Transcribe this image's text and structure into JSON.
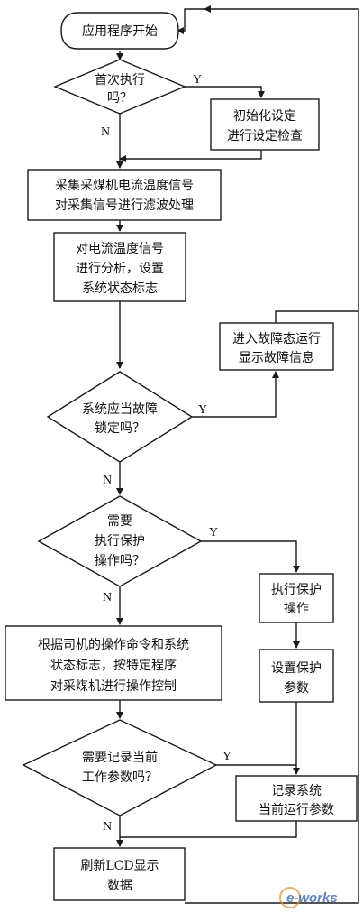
{
  "flowchart": {
    "start": "应用程序开始",
    "decision_first_run": [
      "首次执行",
      "吗？"
    ],
    "init_box": [
      "初始化设定",
      "进行设定检查"
    ],
    "collect_box": [
      "采集采煤机电流温度信号",
      "对采集信号进行滤波处理"
    ],
    "analyze_box": [
      "对电流温度信号",
      "进行分析，设置",
      "系统状态标志"
    ],
    "fault_box": [
      "进入故障态运行",
      "显示故障信息"
    ],
    "decision_fault": [
      "系统应当故障",
      "锁定吗？"
    ],
    "decision_protect": [
      "需要",
      "执行保护",
      "操作吗？"
    ],
    "protect_box": [
      "执行保护",
      "操作"
    ],
    "control_box": [
      "根据司机的操作命令和系统",
      "状态标志，按特定程序",
      "对采煤机进行操作控制"
    ],
    "set_protect_box": [
      "设置保护",
      "参数"
    ],
    "decision_record": [
      "需要记录当前",
      "工作参数吗？"
    ],
    "record_box": [
      "记录系统",
      "当前运行参数"
    ],
    "lcd_box": [
      "刷新LCD显示",
      "数据"
    ],
    "yes_label": "Y",
    "no_label": "N"
  },
  "watermark": "e-works"
}
